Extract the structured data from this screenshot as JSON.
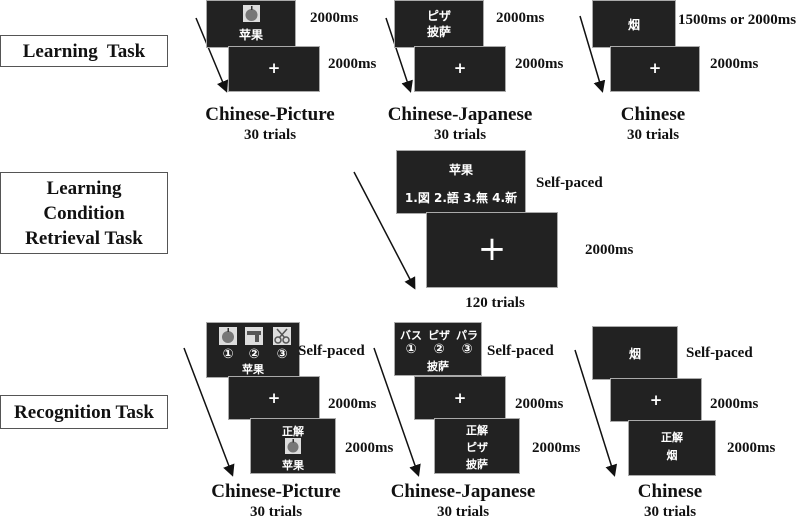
{
  "tasks": {
    "learning": "Learning  Task",
    "retrieval": [
      "Learning",
      "Condition",
      "Retrieval Task"
    ],
    "recognition": "Recognition Task"
  },
  "fixation": "+",
  "timings": {
    "t2000": "2000ms",
    "t1500_2000": "1500ms or 2000ms",
    "self_paced": "Self-paced"
  },
  "conditions": {
    "picture": "Chinese-Picture",
    "japanese": "Chinese-Japanese",
    "chinese": "Chinese",
    "trials30": "30 trials",
    "trials120": "120 trials"
  },
  "words": {
    "pingguo": "苹果",
    "piza": "ピザ",
    "pisa": "披萨",
    "yan": "烟",
    "basu": "バス",
    "bara": "パラ",
    "correct": "正解"
  },
  "retrieval_options": "1.図 2.語 3.無 4.新",
  "recognition_choices": [
    "①",
    "②",
    "③"
  ],
  "icons": [
    "apple-icon",
    "gun-icon",
    "scissors-icon"
  ],
  "colors": {
    "screen": "#222222",
    "text": "#111111"
  }
}
